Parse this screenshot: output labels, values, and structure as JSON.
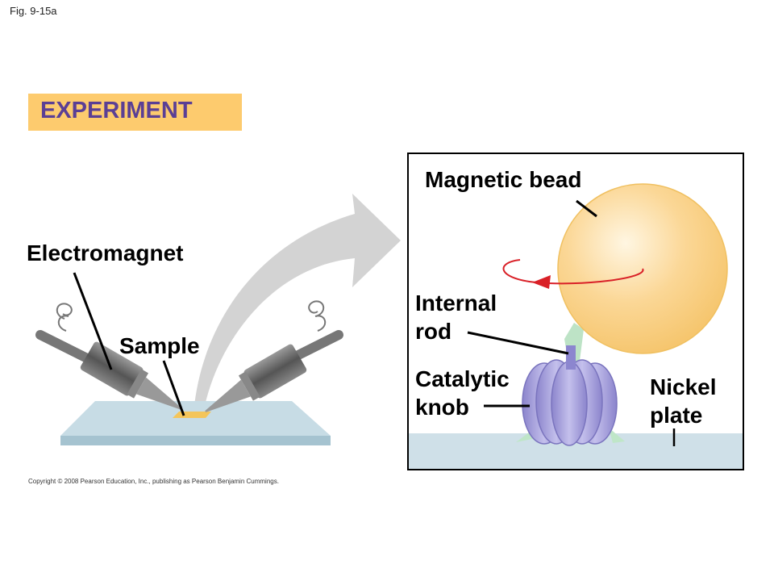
{
  "figure_label": "Fig. 9-15a",
  "header": {
    "title": "EXPERIMENT"
  },
  "left_panel": {
    "labels": {
      "electromagnet": "Electromagnet",
      "sample": "Sample"
    }
  },
  "right_panel": {
    "labels": {
      "magnetic_bead": "Magnetic bead",
      "internal_rod": [
        "Internal",
        "rod"
      ],
      "catalytic_knob": [
        "Catalytic",
        "knob"
      ],
      "nickel_plate": [
        "Nickel",
        "plate"
      ]
    }
  },
  "copyright": "Copyright © 2008 Pearson Education, Inc., publishing as Pearson Benjamin Cummings.",
  "colors": {
    "header_bg": "#FDCB6E",
    "header_text": "#5B3F95",
    "bead": "#FAD48A",
    "knob": "#9E98D8",
    "arrow": "#D92027",
    "plate": "#CFE0E8"
  }
}
